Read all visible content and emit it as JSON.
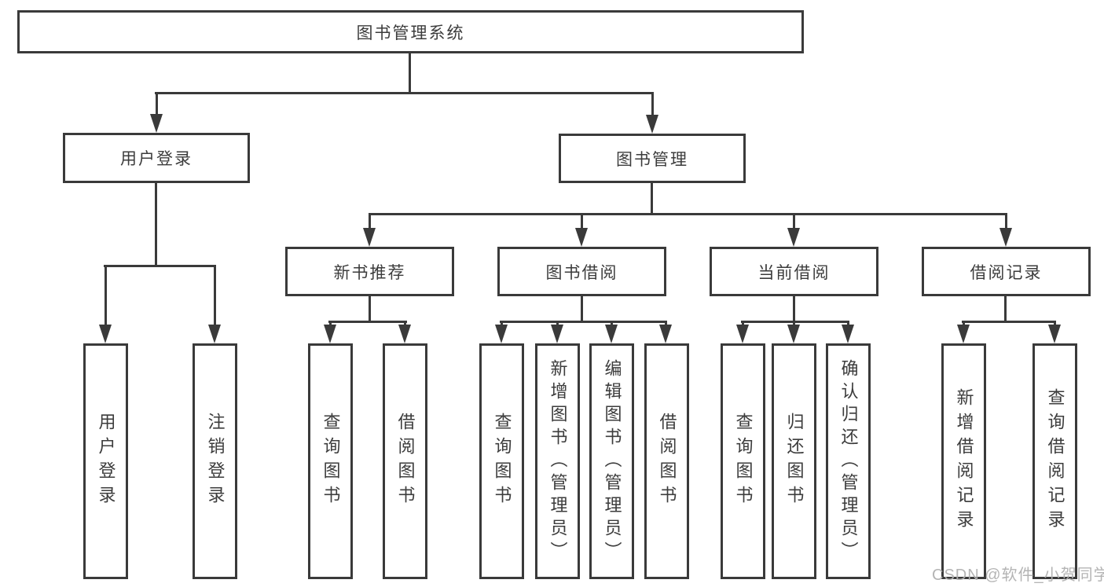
{
  "tree": {
    "label": "图书管理系统",
    "children": [
      {
        "label": "用户登录",
        "children": [
          {
            "label": "用户登录"
          },
          {
            "label": "注销登录"
          }
        ]
      },
      {
        "label": "图书管理",
        "children": [
          {
            "label": "新书推荐",
            "children": [
              {
                "label": "查询图书"
              },
              {
                "label": "借阅图书"
              }
            ]
          },
          {
            "label": "图书借阅",
            "children": [
              {
                "label": "查询图书"
              },
              {
                "label": "新增图书（管理员）"
              },
              {
                "label": "编辑图书（管理员）"
              },
              {
                "label": "借阅图书"
              }
            ]
          },
          {
            "label": "当前借阅",
            "children": [
              {
                "label": "查询图书"
              },
              {
                "label": "归还图书"
              },
              {
                "label": "确认归还（管理员）"
              }
            ]
          },
          {
            "label": "借阅记录",
            "children": [
              {
                "label": "新增借阅记录"
              },
              {
                "label": "查询借阅记录"
              }
            ]
          }
        ]
      }
    ]
  },
  "watermark": {
    "text": "CSDN @软件_小贺同学"
  },
  "colors": {
    "line": "#3a3a3a",
    "text": "#3c3c3c",
    "background": "#ffffff",
    "watermark": "#b0b0b0"
  }
}
